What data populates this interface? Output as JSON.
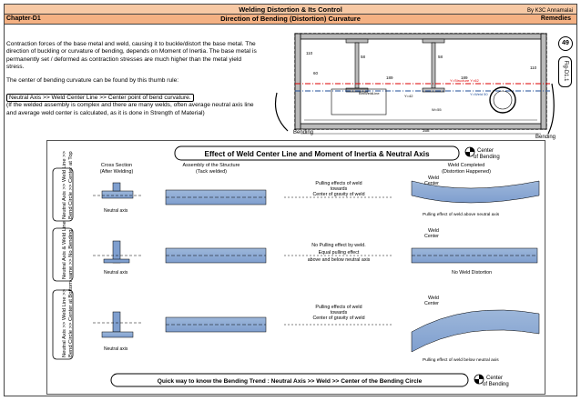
{
  "header": {
    "title": "Welding Distortion & Its Control",
    "author": "By K3C Annamalai",
    "chapter": "Chapter-D1",
    "topic": "Direction of Bending (Distortion) Curvature",
    "remedies": "Remedies"
  },
  "page_number": "49",
  "fig_ref": "Fig-D1.1",
  "text": {
    "para1": "Contraction forces of the base metal and weld, causing it to buckle/distort the base metal. The direction of buckling or curvature of bending, depends on Moment of Inertia. The base metal is permanently set / deformed as contraction stresses are much higher than the metal yield stress.",
    "para2": "The center of bending curvature can be found by this thumb rule:",
    "rule": "Neutral Axis >> Weld Center Line >> Center point of bend curvature.",
    "para3": "(If the welded assembly is complex and there are many welds, often average neutral axis line and average weld center is calculated, as it is done in Strength of Material)"
  },
  "cross_section": {
    "dims": [
      "110",
      "60",
      "58",
      "58",
      "189",
      "189",
      "110",
      "Y=Structure Y=62",
      "Y=Weld 50",
      "Y=42",
      "W=55",
      "358",
      "350",
      "W=55",
      "W=50",
      "BmWeldLine",
      "Bending"
    ],
    "left_label": "Bending",
    "right_label": "Bending"
  },
  "figure": {
    "title": "Effect of Weld Center Line and Moment of Inertia & Neutral Axis",
    "center_of_bending": "Center of Bending",
    "col_cross_section": "Cross Section (After Welding)",
    "col_assembly": "Assembly of the Structure (Tack welded)",
    "col_completed": "Weld Completed (Distortion Happened)",
    "rows": [
      {
        "side_label": "Neutral Axis >> Weld Line >> Bend Circle >> Center at Top",
        "neutral_axis": "Neutral axis",
        "pull_text": "Pulling effects of weld towards Center of gravity of weld",
        "weld_center": "Weld Center",
        "result": "Pulling effect of weld above neutral axis"
      },
      {
        "side_label": "Neutral Axis & Weld Line same >> No Bending",
        "neutral_axis": "Neutral axis",
        "pull_text": "No Pulling effect by weld. Equal pulling effect above and below neutral axis",
        "weld_center": "Weld Center",
        "result": "No Weld Distortion"
      },
      {
        "side_label": "Neutral Axis >> Weld Line >> Bend Circle >> Center at Bottom",
        "neutral_axis": "Neutral axis",
        "pull_text": "Pulling effects of weld towards Center of gravity of weld",
        "weld_center": "Weld Center",
        "result": "Pulling effect of weld below neutral axis"
      }
    ],
    "footer": "Quick way to know the Bending Trend : Neutral Axis >> Weld >> Center of the Bending Circle",
    "footer_center": "Center of Bending"
  }
}
